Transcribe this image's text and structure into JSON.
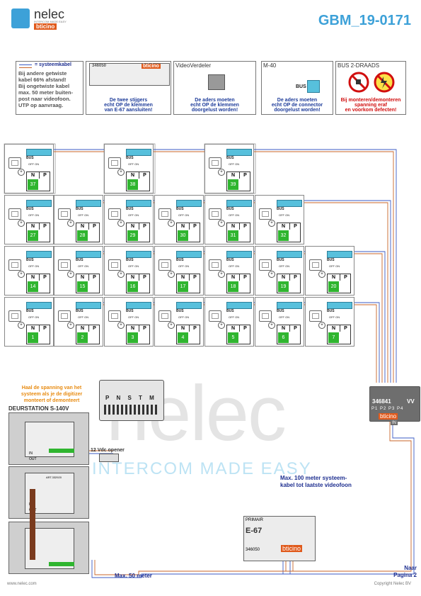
{
  "header": {
    "brand_name": "nelec",
    "brand_tagline": "INTERCOM MADE EASY",
    "partner_brand": "bticino",
    "doc_id": "GBM_19-0171"
  },
  "legend_boxes": [
    {
      "title": "= systeemkabel",
      "body": [
        "Bij andere getwiste",
        "kabel 66% afstand!",
        "Bij ongetwiste kabel",
        "max. 50 meter buiten-",
        "post naar videofoon.",
        "UTP op aanvraag."
      ]
    },
    {
      "title": "346050",
      "caption": [
        "De twee stijgers",
        "echt OP de klemmen",
        "van E-67 aansluiten!"
      ]
    },
    {
      "title": "VideoVerdeler",
      "caption": [
        "De aders moeten",
        "echt OP de klemmen",
        "doorgelust worden!"
      ]
    },
    {
      "title": "M-40",
      "label": "BUS",
      "caption": [
        "De aders moeten",
        "echt OP de connector",
        "doorgelust worden!"
      ]
    },
    {
      "title": "BUS 2-DRAADS",
      "caption": [
        "Bij monteren/demonteren",
        "spanning eraf",
        "en voorkom defecten!"
      ]
    }
  ],
  "unit_labels": {
    "bus": "BUS",
    "off_on": "OFF ON",
    "n": "N",
    "p": "P"
  },
  "units_row1": [
    "37",
    "38",
    "39"
  ],
  "units_row2": [
    "27",
    "28",
    "29",
    "30",
    "31",
    "32"
  ],
  "units_row3": [
    "14",
    "15",
    "16",
    "17",
    "18",
    "19",
    "20"
  ],
  "units_row4": [
    "1",
    "2",
    "3",
    "4",
    "5",
    "6",
    "7"
  ],
  "door_station": {
    "note": [
      "Haal de spanning van het",
      "systeem als je de digitizer",
      "monteert of demonteert"
    ],
    "name": "DEURSTATION S-140V",
    "dip_labels": [
      "P",
      "N",
      "S",
      "T",
      "M"
    ],
    "io_in": "IN",
    "io_out": "OUT",
    "module_code": "ART.332920",
    "opener_label": "12 Vdc opener"
  },
  "distributor": {
    "model": "346841",
    "vv": "VV",
    "ports": [
      "P1",
      "P2",
      "P3",
      "P4"
    ],
    "in_label": "IN",
    "brand": "bticino"
  },
  "power_supply": {
    "label_primair": "PRIMAIR",
    "model": "E-67",
    "part_no": "346050",
    "brand": "bticino"
  },
  "notes": {
    "max100": [
      "Max. 100 meter systeem-",
      "kabel tot laatste videofoon"
    ],
    "max50": "Max. 50 meter",
    "next_page": [
      "Naar",
      "Pagina 2"
    ]
  },
  "watermark": {
    "main": "nelec",
    "sub": "INTERCOM MADE EASY"
  },
  "footer": {
    "website": "www.nelec.com",
    "copyright": "Copyright Nelec BV"
  },
  "colors": {
    "accent": "#3da1d8",
    "navy": "#1e2f90",
    "orange": "#e88b11",
    "green": "#2fb52f",
    "wire_blue": "#3b5bc4",
    "wire_orange": "#c8652a"
  }
}
